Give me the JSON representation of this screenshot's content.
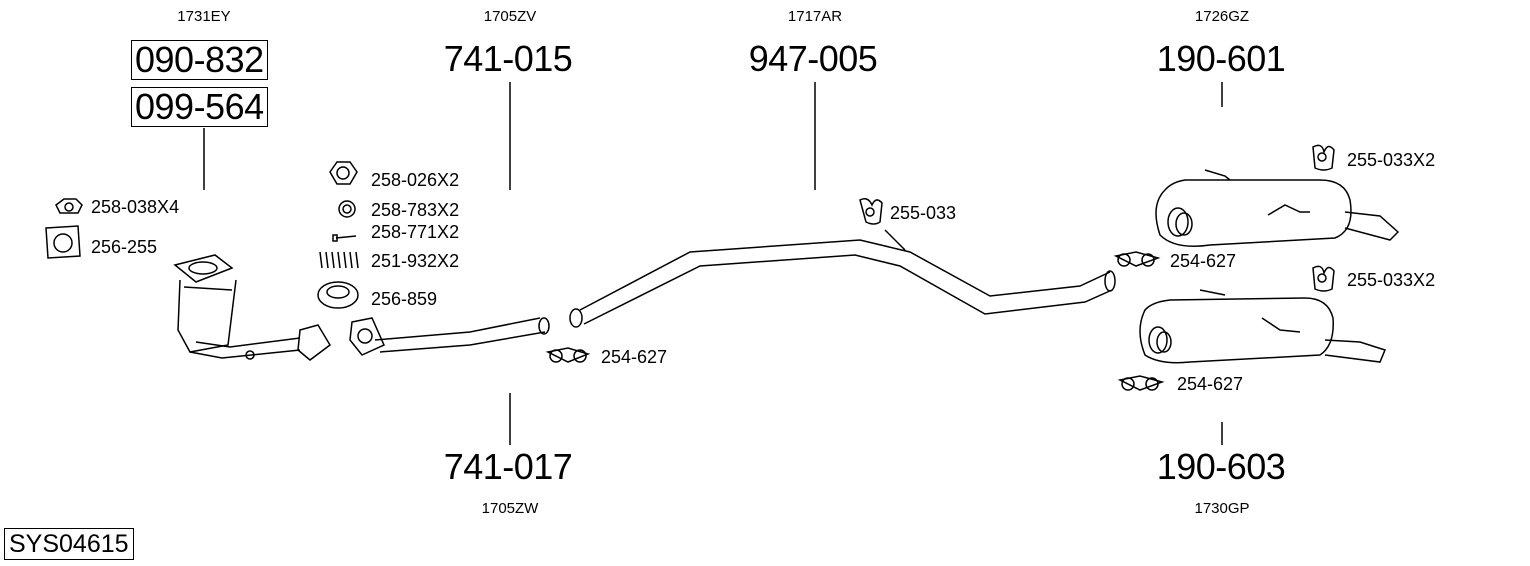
{
  "system_code": "SYS04615",
  "groups": {
    "manifold": {
      "oe": "1731EY",
      "parts": [
        "090-832",
        "099-564"
      ]
    },
    "front_pipe_upper": {
      "oe": "1705ZV",
      "part": "741-015"
    },
    "front_pipe_lower": {
      "oe": "1705ZW",
      "part": "741-017"
    },
    "middle_pipe": {
      "oe": "1717AR",
      "part": "947-005"
    },
    "rear_silencer_upper": {
      "oe": "1726GZ",
      "part": "190-601"
    },
    "rear_silencer_lower": {
      "oe": "1730GP",
      "part": "190-603"
    }
  },
  "accessories": {
    "nut_4": "258-038X4",
    "gasket_manifold": "256-255",
    "nut_2": "258-026X2",
    "nut_small_2": "258-783X2",
    "bolt_2": "258-771X2",
    "spring_2": "251-932X2",
    "ring_gasket": "256-859",
    "clamp_front": "254-627",
    "hanger_mid": "255-033",
    "hanger_rear_upper": "255-033X2",
    "clamp_rear_upper": "254-627",
    "hanger_rear_lower": "255-033X2",
    "clamp_rear_lower": "254-627"
  }
}
